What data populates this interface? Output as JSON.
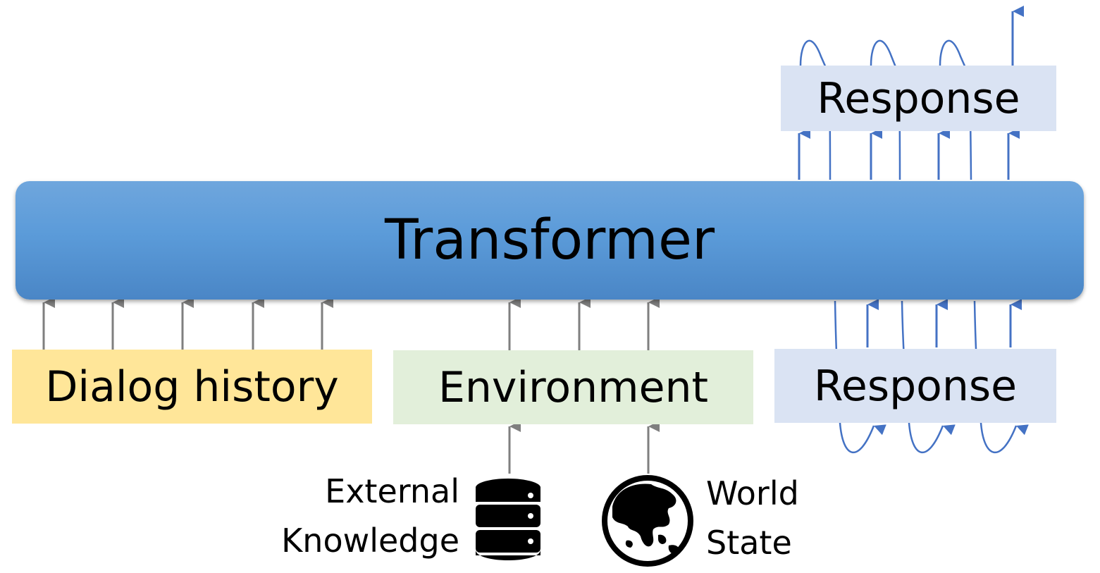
{
  "diagram": {
    "transformer_label": "Transformer",
    "response_top_label": "Response",
    "response_bottom_label": "Response",
    "dialog_history_label": "Dialog history",
    "environment_label": "Environment",
    "external_knowledge": {
      "line1": "External",
      "line2": "Knowledge",
      "icon": "database-icon"
    },
    "world_state": {
      "line1": "World",
      "line2": "State",
      "icon": "globe-icon"
    }
  },
  "colors": {
    "transformer": "#5b9bd9",
    "response_boxes": "#dae3f3",
    "dialog_history_box": "#ffe699",
    "environment_box": "#e2efda",
    "input_arrows": "#7f7f7f",
    "response_arrows": "#4472c4"
  }
}
